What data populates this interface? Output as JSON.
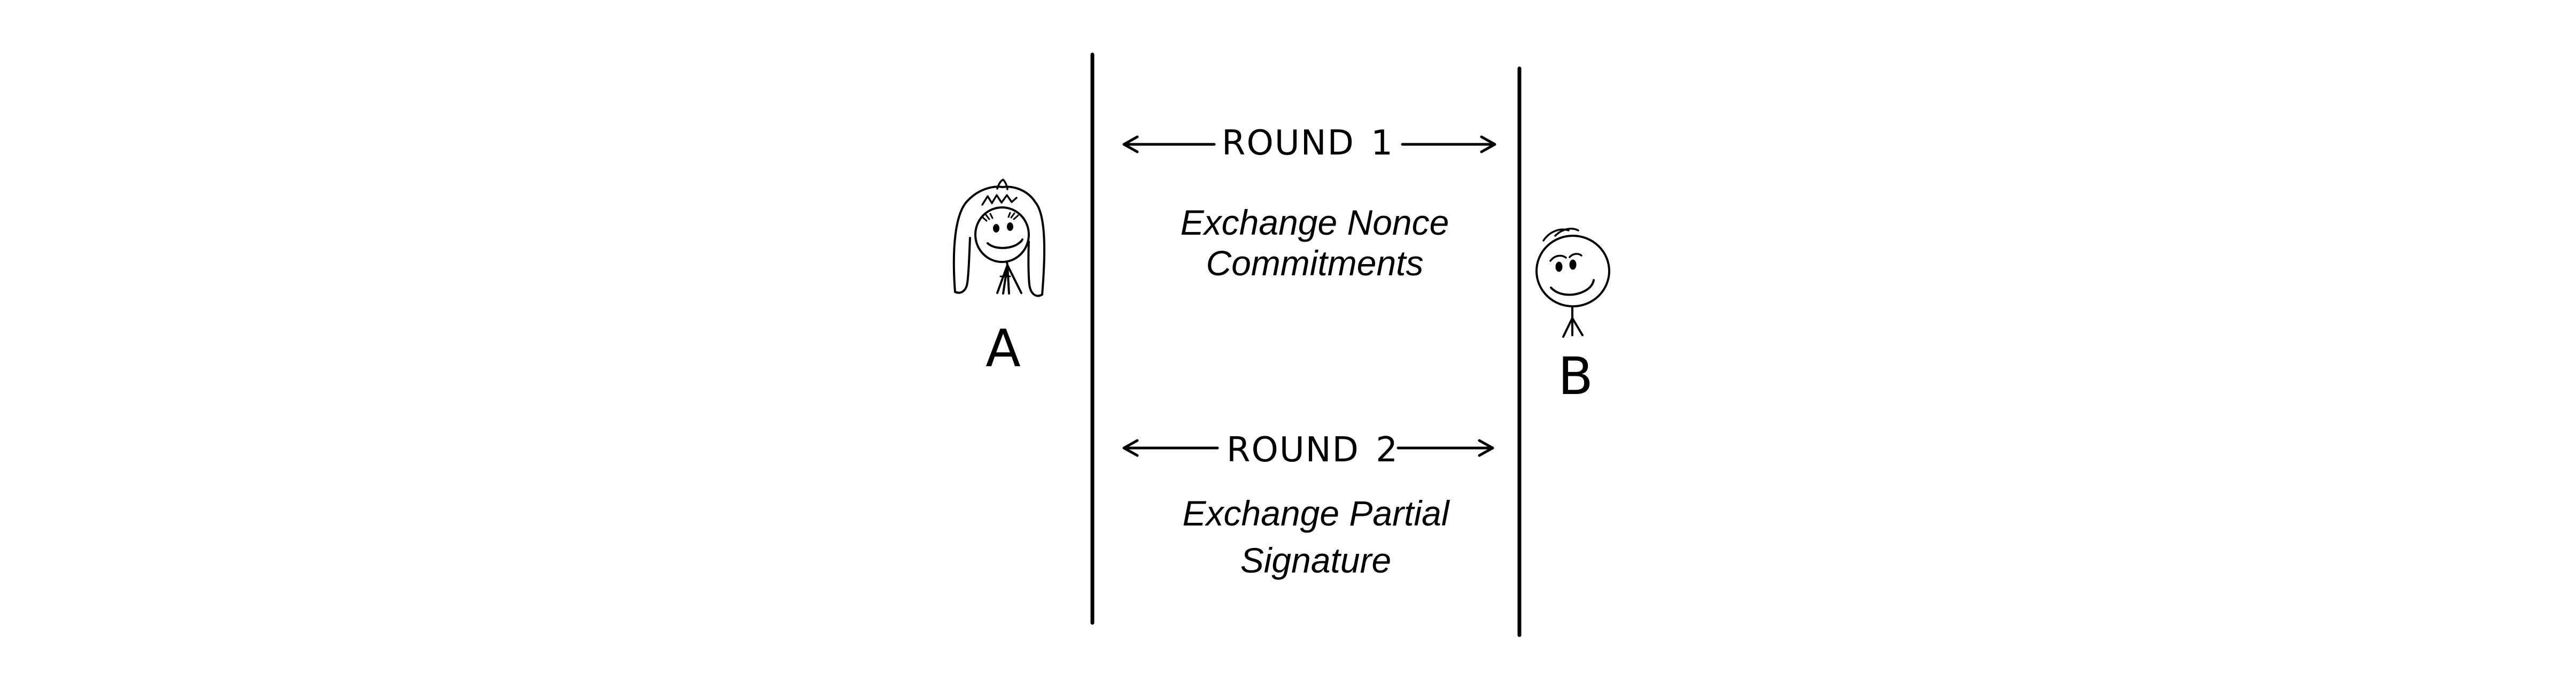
{
  "colors": {
    "background": "#ffffff",
    "ink": "#000000"
  },
  "actors": [
    {
      "label": "A",
      "side": "left",
      "icon": "woman-stick-figure-icon"
    },
    {
      "label": "B",
      "side": "right",
      "icon": "man-stick-figure-icon"
    }
  ],
  "rounds": [
    {
      "title": "ROUND 1",
      "description_lines": [
        "Exchange Nonce",
        "Commitments"
      ],
      "arrows": [
        "left-arrow-icon",
        "right-arrow-icon"
      ]
    },
    {
      "title": "ROUND 2",
      "description_lines": [
        "Exchange Partial",
        "Signature"
      ],
      "arrows": [
        "left-arrow-icon",
        "right-arrow-icon"
      ]
    }
  ]
}
